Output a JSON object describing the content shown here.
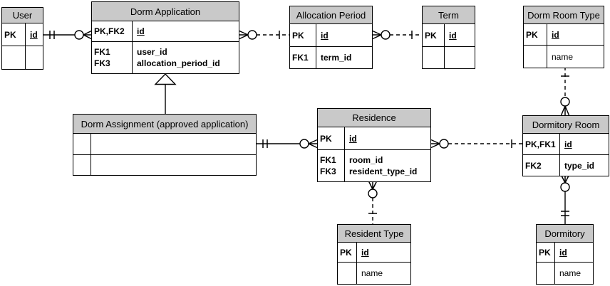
{
  "diagram": {
    "kind": "entity-relationship-diagram",
    "notation": "crow's foot"
  },
  "colors": {
    "header_fill": "#c9c9c9",
    "border": "#000000",
    "background": "#ffffff"
  },
  "entities": {
    "user": {
      "title": "User",
      "rows": [
        {
          "keys": [
            "PK"
          ],
          "attrs": [
            "id"
          ]
        },
        {
          "keys": [],
          "attrs": []
        }
      ]
    },
    "dorm_application": {
      "title": "Dorm Application",
      "rows": [
        {
          "keys": [
            "PK,FK2"
          ],
          "attrs": [
            "id"
          ]
        },
        {
          "keys": [
            "FK1",
            "FK3"
          ],
          "attrs": [
            "user_id",
            "allocation_period_id"
          ]
        }
      ]
    },
    "allocation_period": {
      "title": "Allocation Period",
      "rows": [
        {
          "keys": [
            "PK"
          ],
          "attrs": [
            "id"
          ]
        },
        {
          "keys": [
            "FK1"
          ],
          "attrs": [
            "term_id"
          ]
        }
      ]
    },
    "term": {
      "title": "Term",
      "rows": [
        {
          "keys": [
            "PK"
          ],
          "attrs": [
            "id"
          ]
        },
        {
          "keys": [],
          "attrs": []
        }
      ]
    },
    "dorm_room_type": {
      "title": "Dorm Room Type",
      "rows": [
        {
          "keys": [
            "PK"
          ],
          "attrs": [
            "id"
          ]
        },
        {
          "keys": [
            ""
          ],
          "attrs": [
            "name"
          ]
        }
      ]
    },
    "dorm_assignment": {
      "title": "Dorm Assignment (approved application)",
      "rows": [
        {
          "keys": [],
          "attrs": []
        },
        {
          "keys": [],
          "attrs": []
        }
      ]
    },
    "residence": {
      "title": "Residence",
      "rows": [
        {
          "keys": [
            "PK"
          ],
          "attrs": [
            "id"
          ]
        },
        {
          "keys": [
            "FK1",
            "FK3"
          ],
          "attrs": [
            "room_id",
            "resident_type_id"
          ]
        }
      ]
    },
    "dormitory_room": {
      "title": "Dormitory Room",
      "rows": [
        {
          "keys": [
            "PK,FK1"
          ],
          "attrs": [
            "id"
          ]
        },
        {
          "keys": [
            "FK2"
          ],
          "attrs": [
            "type_id"
          ]
        }
      ]
    },
    "resident_type": {
      "title": "Resident Type",
      "rows": [
        {
          "keys": [
            "PK"
          ],
          "attrs": [
            "id"
          ]
        },
        {
          "keys": [
            ""
          ],
          "attrs": [
            "name"
          ]
        }
      ]
    },
    "dormitory": {
      "title": "Dormitory",
      "rows": [
        {
          "keys": [
            "PK"
          ],
          "attrs": [
            "id"
          ]
        },
        {
          "keys": [
            ""
          ],
          "attrs": [
            "name"
          ]
        }
      ]
    }
  },
  "relationships": [
    {
      "from": "User",
      "to": "Dorm Application",
      "from_cardinality": "exactly-one",
      "to_cardinality": "zero-or-many",
      "line": "solid"
    },
    {
      "from": "Dorm Application",
      "to": "Allocation Period",
      "from_cardinality": "zero-or-many",
      "to_cardinality": "one",
      "line": "dashed"
    },
    {
      "from": "Allocation Period",
      "to": "Term",
      "from_cardinality": "zero-or-many",
      "to_cardinality": "one",
      "line": "dashed"
    },
    {
      "from": "Dorm Room Type",
      "to": "Dormitory Room",
      "from_cardinality": "one",
      "to_cardinality": "zero-or-many",
      "line": "dashed"
    },
    {
      "from": "Dorm Application",
      "to": "Dorm Assignment (approved application)",
      "type": "inheritance"
    },
    {
      "from": "Dorm Assignment (approved application)",
      "to": "Residence",
      "from_cardinality": "exactly-one",
      "to_cardinality": "zero-or-many",
      "line": "solid"
    },
    {
      "from": "Residence",
      "to": "Dormitory Room",
      "from_cardinality": "zero-or-many",
      "to_cardinality": "one",
      "line": "dashed"
    },
    {
      "from": "Residence",
      "to": "Resident Type",
      "from_cardinality": "zero-or-many",
      "to_cardinality": "one",
      "line": "dashed"
    },
    {
      "from": "Dormitory Room",
      "to": "Dormitory",
      "from_cardinality": "zero-or-many",
      "to_cardinality": "exactly-one",
      "line": "solid"
    }
  ]
}
